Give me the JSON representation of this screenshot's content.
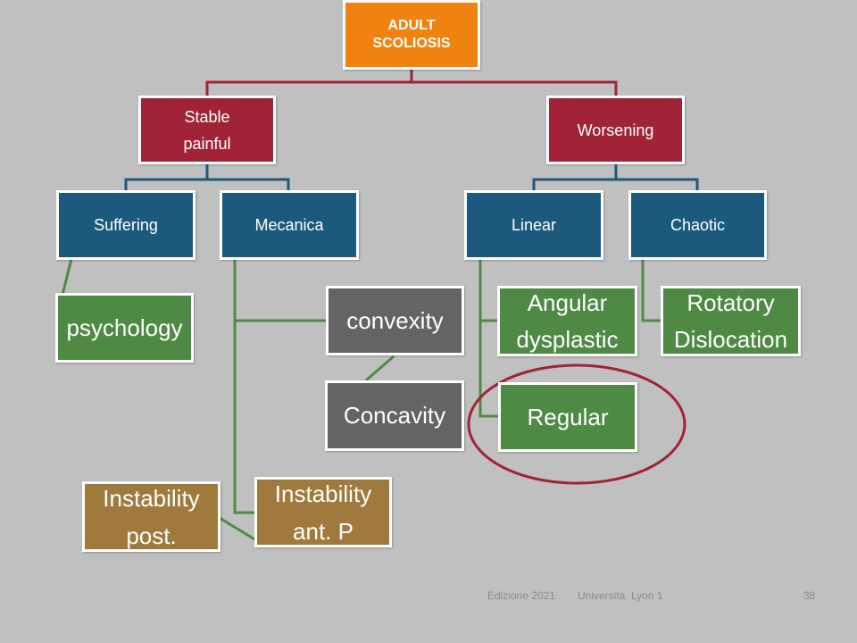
{
  "diagram": {
    "root": "ADULT SCOLIOSIS",
    "stable_painful": "Stable painful",
    "worsening": "Worsening",
    "suffering": "Suffering",
    "mecanica": "Mecanica",
    "linear": "Linear",
    "chaotic": "Chaotic",
    "psychology": "psychology",
    "convexity": "convexity",
    "concavity": "Concavity",
    "angular_dysplastic": "Angular dysplastic",
    "regular": "Regular",
    "rotatory_dislocation": "Rotatory Dislocation",
    "instability_post": "Instability post.",
    "instability_ant": "Instability ant. P"
  },
  "footer": {
    "edition": "Edizione 2021",
    "university": "Università  Lyon 1",
    "page_number": "38"
  },
  "colors": {
    "background": "#c0c0c0",
    "root": "#f0830f",
    "level1": "#a12337",
    "level2": "#1c5a7d",
    "leaf_green": "#4f8a45",
    "leaf_gray": "#646464",
    "leaf_brown": "#a07a3c",
    "connector_red": "#a12337",
    "connector_blue": "#1c5a7d",
    "connector_green": "#4f8a45",
    "highlight_ellipse": "#a12337"
  }
}
